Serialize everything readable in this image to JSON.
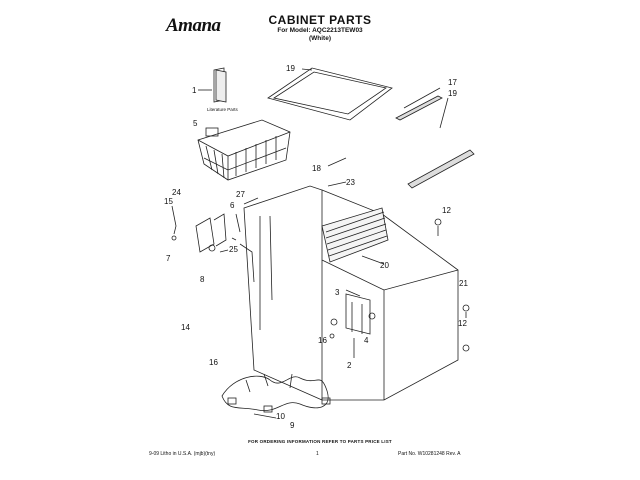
{
  "header": {
    "brand": "Amana",
    "title": "CABINET PARTS",
    "model_line": "For Model: AQC2213TEW03",
    "color_line": "(White)"
  },
  "diagram": {
    "literature_label": "Literature Parts",
    "callouts": {
      "c1": "1",
      "c2": "2",
      "c3": "3",
      "c4": "4",
      "c5": "5",
      "c6": "6",
      "c7": "7",
      "c8": "8",
      "c9": "9",
      "c10": "10",
      "c12a": "12",
      "c12b": "12",
      "c14": "14",
      "c15": "15",
      "c16a": "16",
      "c16b": "16",
      "c17": "17",
      "c18": "18",
      "c19a": "19",
      "c19b": "19",
      "c20": "20",
      "c21": "21",
      "c23": "23",
      "c24": "24",
      "c25": "25",
      "c27": "27"
    }
  },
  "footer": {
    "ordering_note": "FOR ORDERING INFORMATION REFER TO PARTS PRICE LIST",
    "litho": "9-09 Litho in U.S.A. (mjb)(tny)",
    "page": "1",
    "part_no": "Part No. W10281248 Rev. A"
  }
}
